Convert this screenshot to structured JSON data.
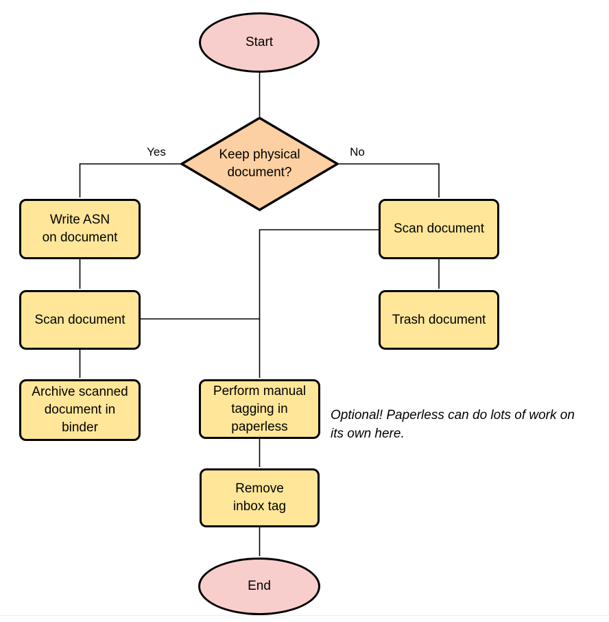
{
  "diagram": {
    "colors": {
      "terminal_fill": "#f8cecc",
      "decision_fill": "#fcd0a2",
      "process_fill": "#ffe699",
      "stroke": "#000000"
    },
    "nodes": {
      "start": {
        "label": "Start"
      },
      "decision": {
        "label": "Keep physical\ndocument?"
      },
      "write_asn": {
        "label": "Write ASN\non document"
      },
      "scan_left": {
        "label": "Scan document"
      },
      "archive": {
        "label": "Archive scanned\ndocument in\nbinder"
      },
      "scan_right": {
        "label": "Scan document"
      },
      "trash": {
        "label": "Trash document"
      },
      "tagging": {
        "label": "Perform manual\ntagging in\npaperless"
      },
      "remove_inbox": {
        "label": "Remove\ninbox tag"
      },
      "end": {
        "label": "End"
      }
    },
    "edge_labels": {
      "yes": "Yes",
      "no": "No"
    },
    "note": "Optional! Paperless can do lots of work on\nits own here."
  }
}
